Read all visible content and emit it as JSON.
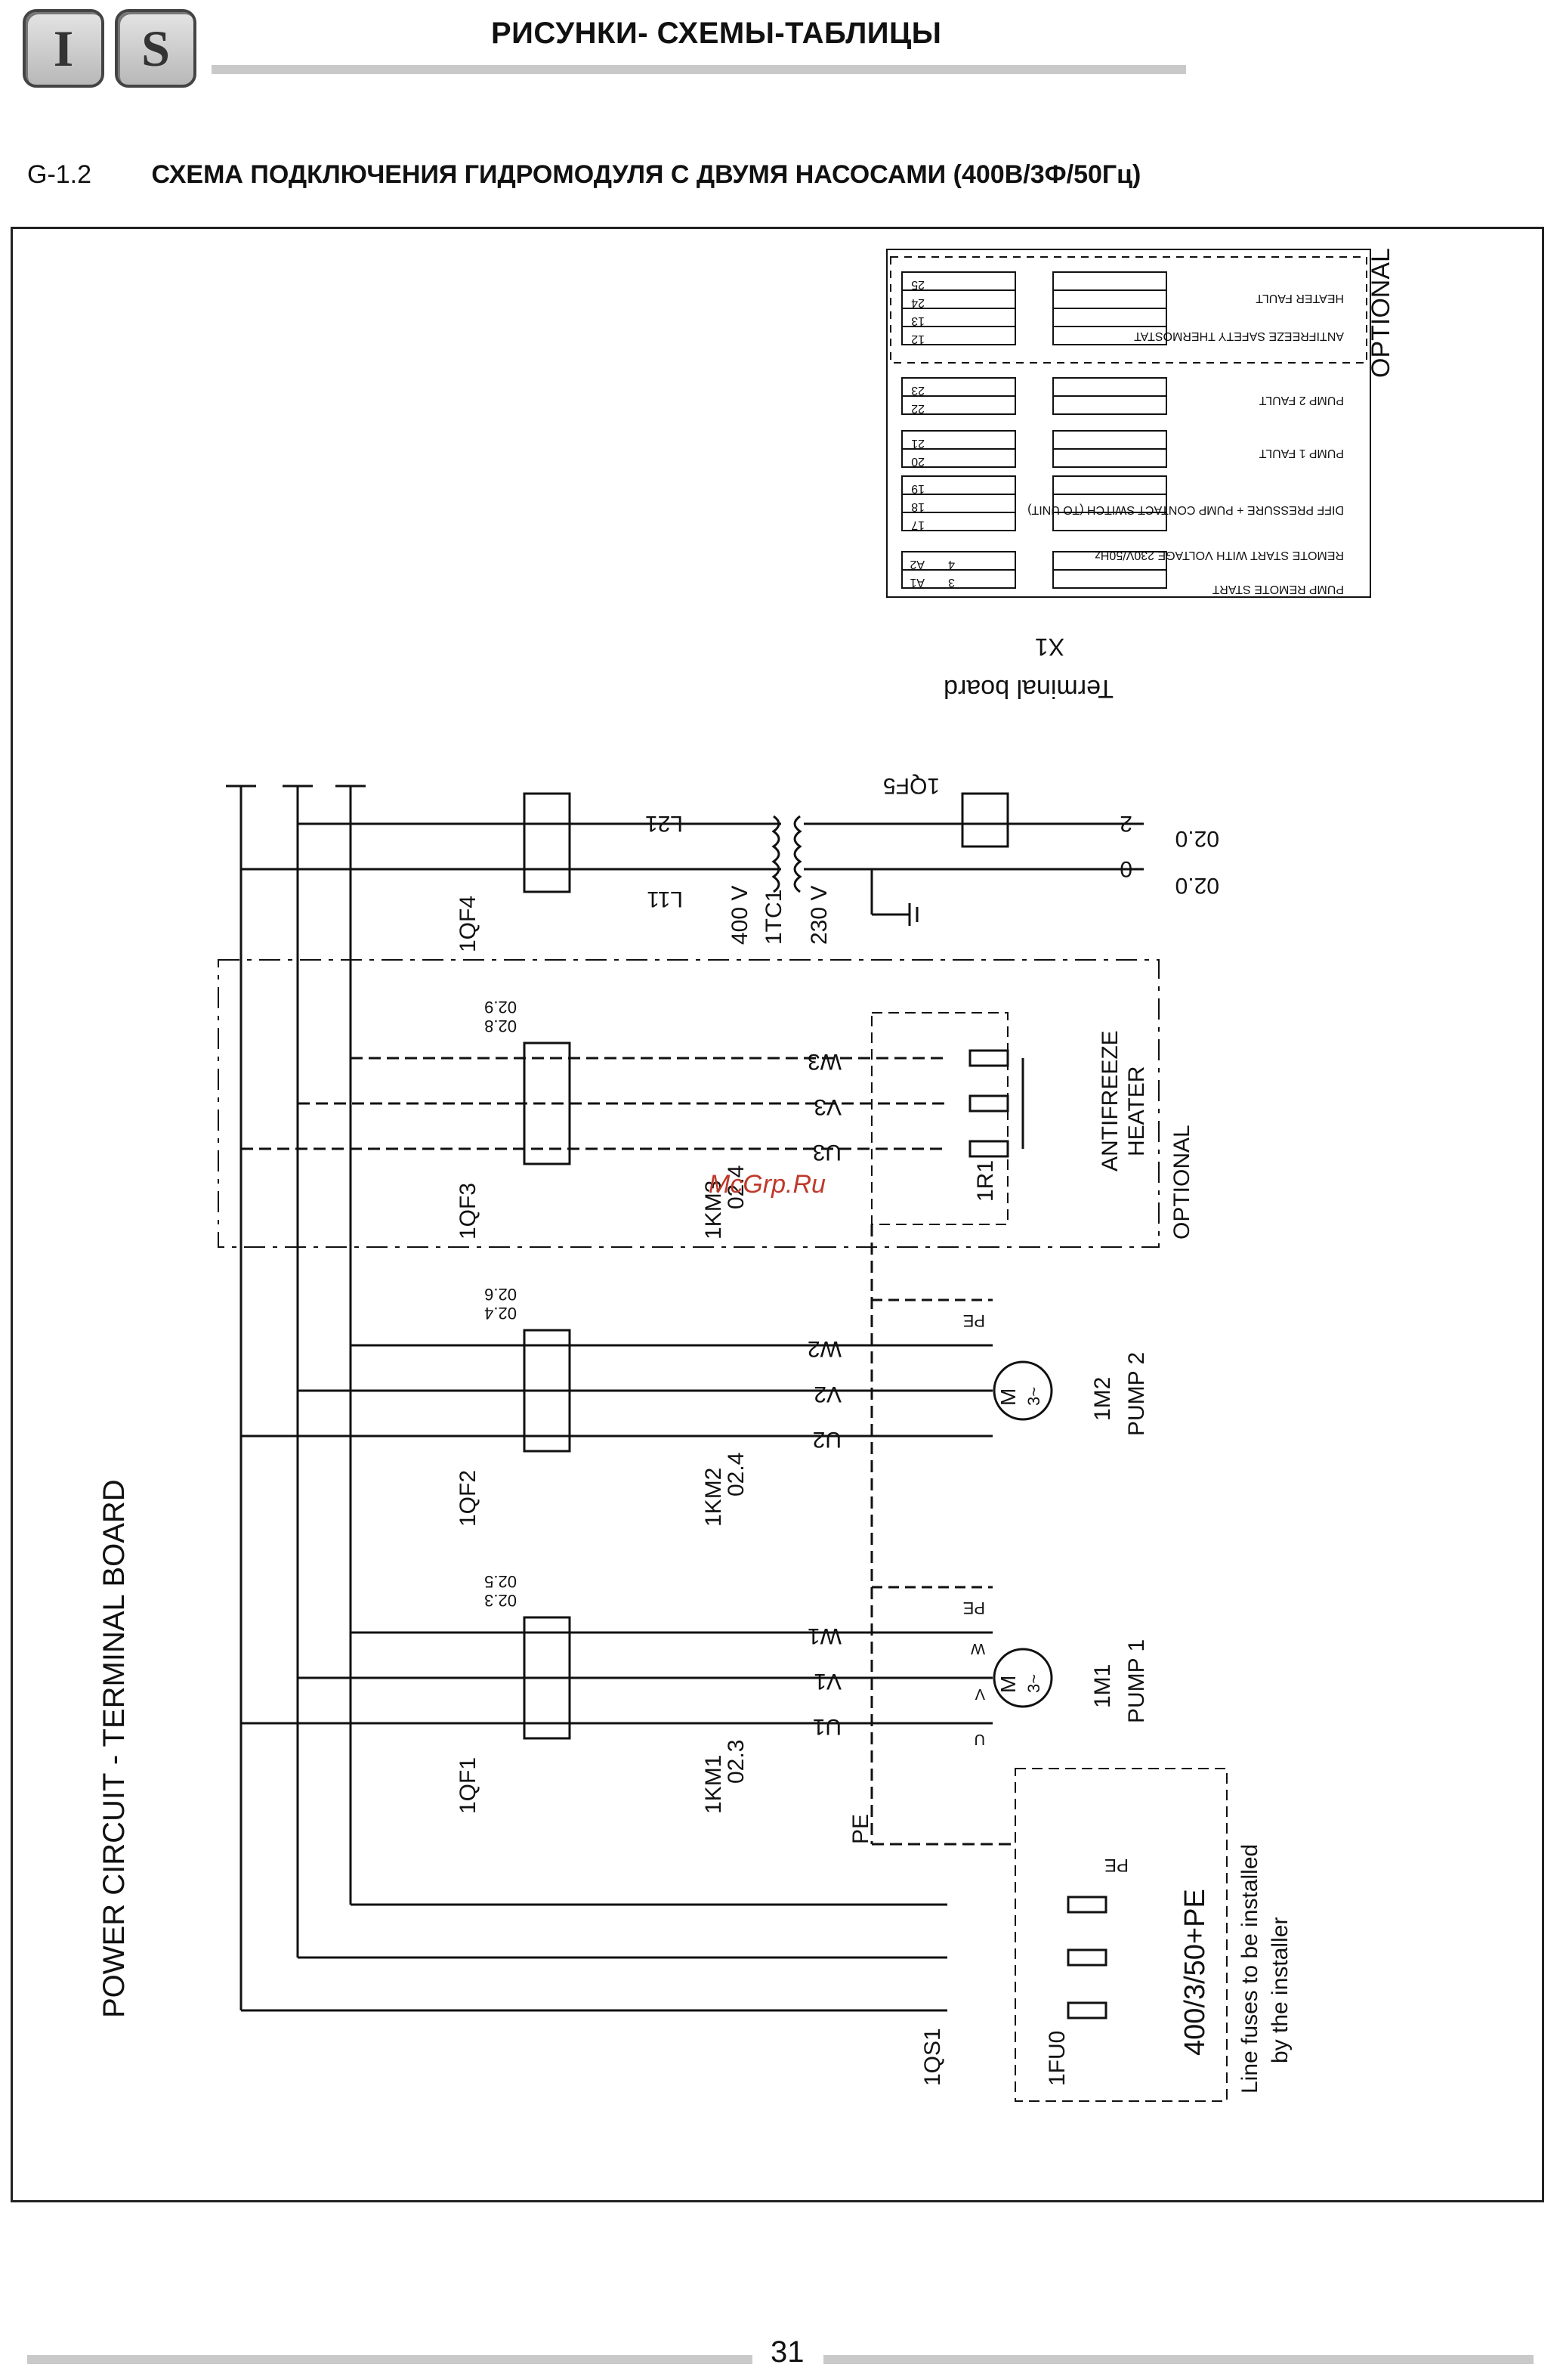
{
  "header": {
    "logo_letters": [
      "I",
      "S"
    ],
    "title": "РИСУНКИ- СХЕМЫ-ТАБЛИЦЫ"
  },
  "section": {
    "number": "G-1.2",
    "title": "СХЕМА ПОДКЛЮЧЕНИЯ ГИДРОМОДУЛЯ С ДВУМЯ НАСОСАМИ (400В/3Ф/50Гц)"
  },
  "diagram": {
    "main_label": "POWER CIRCUIT - TERMINAL BOARD",
    "terminal_board": "Terminal board",
    "terminal_x1": "X1",
    "optional": "OPTIONAL",
    "terminal_groups": [
      {
        "label": "HEATER FAULT",
        "numbers": [
          "25",
          "24"
        ]
      },
      {
        "label": "ANTIFREEZE SAFETY THERMOSTAT",
        "numbers": [
          "13",
          "12"
        ]
      },
      {
        "label": "PUMP 2 FAULT",
        "numbers": [
          "23",
          "22"
        ]
      },
      {
        "label": "PUMP 1 FAULT",
        "numbers": [
          "21",
          "20"
        ]
      },
      {
        "label": "DIFF PRESSURE + PUMP CONTACT SWITCH (TO UNIT)",
        "numbers": [
          "19",
          "18",
          "17"
        ]
      },
      {
        "label": "REMOTE START WITH VOLTAGE 230V/50Hz",
        "numbers": [
          "A2",
          "A1"
        ]
      },
      {
        "label": "PUMP REMOTE START",
        "numbers": [
          "4",
          "3"
        ]
      }
    ],
    "control": {
      "qf4": "1QF4",
      "qf5": "1QF5",
      "tc1": "1TC1",
      "v400": "400 V",
      "v230": "230 V",
      "l21": "L21",
      "l11": "L11",
      "ref_020_a": "02.0",
      "ref_020_b": "02.0",
      "out2": "2",
      "out0": "0"
    },
    "heater": {
      "qf": "1QF3",
      "km": "1KM3",
      "km_ref": "02.4",
      "r1": "1R1",
      "label_line1": "ANTIFREEZE",
      "label_line2": "HEATER",
      "ref_a": "02.8",
      "ref_b": "02.9",
      "phases": [
        "U3",
        "V3",
        "W3"
      ]
    },
    "pump2": {
      "qf": "1QF2",
      "km": "1KM2",
      "km_ref": "02.4",
      "motor": "1M2",
      "label": "PUMP 2",
      "ref_a": "02.4",
      "ref_b": "02.6",
      "phases": [
        "U2",
        "V2",
        "W2"
      ]
    },
    "pump1": {
      "qf": "1QF1",
      "km": "1KM1",
      "km_ref": "02.3",
      "motor": "1M1",
      "label": "PUMP 1",
      "ref_a": "02.3",
      "ref_b": "02.5",
      "phases": [
        "U1",
        "V1",
        "W1"
      ]
    },
    "supply": {
      "qs1": "1QS1",
      "fu0": "1FU0",
      "pe": "PE",
      "voltage": "400/3/50+PE",
      "note_line1": "Line fuses to be installed",
      "note_line2": "by the installer"
    },
    "motor_m": "M",
    "motor_3": "3~",
    "terms_uvw": [
      "U",
      "V",
      "W"
    ],
    "pe_short": "PE"
  },
  "watermark": "McGrp.Ru",
  "footer": {
    "page_number": "31"
  }
}
